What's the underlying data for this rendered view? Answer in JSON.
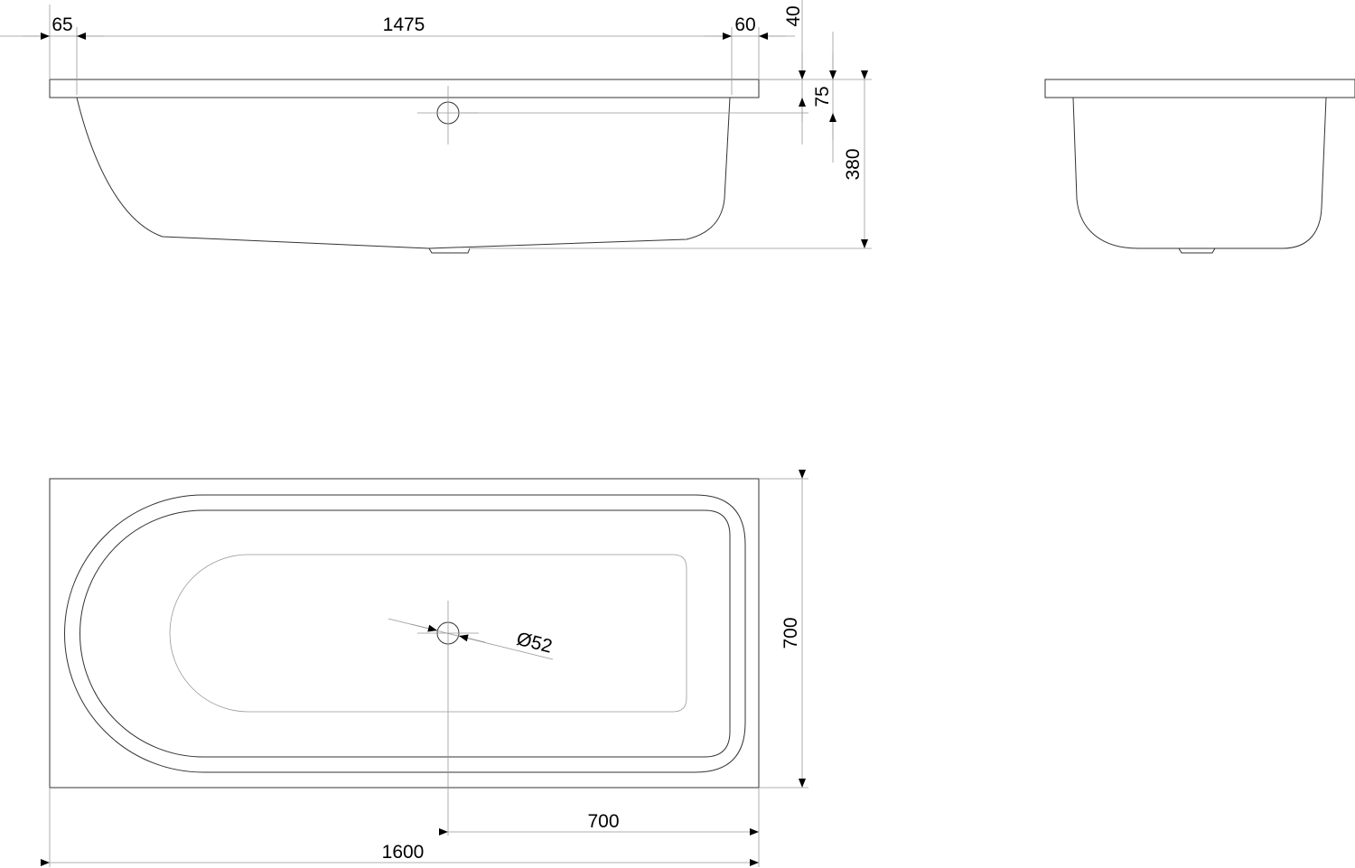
{
  "title": "Bathtub technical drawing",
  "side_view": {
    "dim_left_rim": "65",
    "dim_inner_length": "1475",
    "dim_right_rim": "60",
    "dim_rim_height": "40",
    "dim_overflow_height": "75",
    "dim_total_height": "380"
  },
  "plan_view": {
    "dim_drain_diameter": "Ø52",
    "dim_width": "700",
    "dim_drain_offset": "700",
    "dim_length": "1600"
  },
  "colors": {
    "line": "#333333",
    "dimension": "#999999"
  }
}
